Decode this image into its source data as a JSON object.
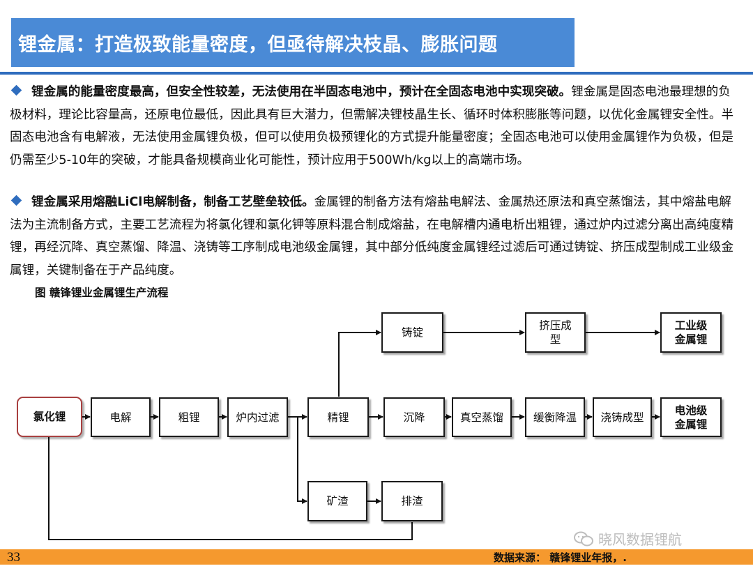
{
  "title": "锂金属：打造极致能量密度，但亟待解决枝晶、膨胀问题",
  "paragraphs": [
    {
      "bold": "锂金属的能量密度最高，但安全性较差，无法使用在半固态电池中，预计在全固态电池中实现突破。",
      "text": "锂金属是固态电池最理想的负极材料，理论比容量高，还原电位最低，因此具有巨大潜力，但需解决锂枝晶生长、循环时体积膨胀等问题，以优化金属锂安全性。半固态电池含有电解液，无法使用金属锂负极，但可以使用负极预锂化的方式提升能量密度；全固态电池可以使用金属锂作为负极，但是仍需至少5-10年的突破，才能具备规模商业化可能性，预计应用于500Wh/kg以上的高端市场。"
    },
    {
      "bold": "锂金属采用熔融LiCl电解制备，制备工艺壁垒较低。",
      "text": "金属锂的制备方法有熔盐电解法、金属热还原法和真空蒸馏法，其中熔盐电解法为主流制备方式，主要工艺流程为将氯化锂和氯化钾等原料混合制成熔盐，在电解槽内通电析出粗锂，通过炉内过滤分离出高纯度精锂，再经沉降、真空蒸馏、降温、浇铸等工序制成电池级金属锂，其中部分低纯度金属锂经过滤后可通过铸锭、挤压成型制成工业级金属锂，关键制备在于产品纯度。"
    }
  ],
  "figure": {
    "caption": "图 赣锋锂业金属锂生产流程",
    "nodes": {
      "licl": "氯化锂",
      "electrolysis": "电解",
      "crude": "粗锂",
      "filter": "炉内过滤",
      "refined": "精锂",
      "settle": "沉降",
      "vacuum": "真空蒸馏",
      "cool": "缓衡降温",
      "cast": "浇铸成型",
      "battery": "电池级\n金属锂",
      "ingot": "铸锭",
      "extrude": "挤压成\n型",
      "industrial": "工业级\n金属锂",
      "slag": "矿渣",
      "discharge": "排渣"
    }
  },
  "footer": {
    "page": "33",
    "source": "数据来源： 赣锋锂业年报，.",
    "watermark": "晓风数据锂航"
  },
  "colors": {
    "title_bg": "#4A8AD6",
    "rule": "#2F6DBE",
    "footer": "#F5992E",
    "start_border": "#A84040"
  }
}
